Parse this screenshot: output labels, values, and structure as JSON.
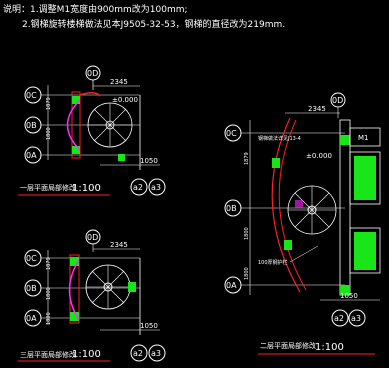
{
  "notes": {
    "line1": "说明：1.调整M1宽度由900mm改为100mm;",
    "line2": "2.钢梯旋转楼梯做法见本J9505-32-53，钢梯的直径改为219mm."
  },
  "plan1": {
    "title": "一层平面局部修改",
    "scale": "1:100",
    "axis_top": "0D",
    "axes_left": [
      "0C",
      "0B",
      "0A"
    ],
    "axes_bottom": [
      "a2",
      "a3"
    ],
    "dim_top": "2345",
    "dim_bottom": "1050",
    "dims_left": [
      "1879",
      "1800"
    ],
    "level": "±0.000"
  },
  "plan2": {
    "title": "三层平面局部修改",
    "scale": "1:100",
    "axis_top": "0D",
    "axes_left": [
      "0C",
      "0B",
      "0A"
    ],
    "axes_bottom": [
      "a2",
      "a3"
    ],
    "dim_top": "2345",
    "dim_bottom": "1050",
    "dims_left": [
      "1879",
      "1800",
      "1800"
    ]
  },
  "plan3": {
    "title": "二层平面局部修改",
    "scale": "1:100",
    "axis_top": "0D",
    "axes_left": [
      "0C",
      "0B",
      "0A"
    ],
    "axes_bottom": [
      "a2",
      "a3"
    ],
    "dim_top": "2345",
    "dim_bottom": "1050",
    "dims_left": [
      "1879",
      "1800",
      "1800"
    ],
    "door": "M1",
    "callout_ref": "钢梯做法详见J13-4",
    "callout_rail": "100厚钢护栏",
    "level": "±0.000"
  },
  "colors": {
    "wall_green": "#19e619",
    "red": "#ff2020",
    "magenta": "#ff2aff",
    "line": "#ffffff"
  }
}
